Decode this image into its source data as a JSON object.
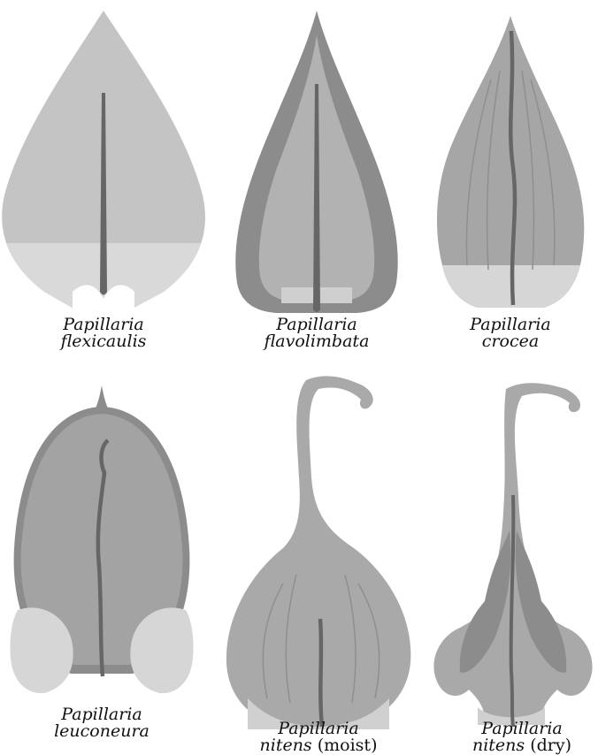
{
  "figure": {
    "colors": {
      "background": "#ffffff",
      "leaf_light": "#c4c4c4",
      "leaf_mid": "#a6a6a6",
      "leaf_dark": "#8c8c8c",
      "costa": "#666666",
      "base_pale": "#d8d8d8"
    },
    "panels": [
      {
        "genus": "Papillaria",
        "epithet": "flexicaulis",
        "state": ""
      },
      {
        "genus": "Papillaria",
        "epithet": "flavolimbata",
        "state": ""
      },
      {
        "genus": "Papillaria",
        "epithet": "crocea",
        "state": ""
      },
      {
        "genus": "Papillaria",
        "epithet": "leuconeura",
        "state": ""
      },
      {
        "genus": "Papillaria",
        "epithet": "nitens",
        "state": "(moist)"
      },
      {
        "genus": "Papillaria",
        "epithet": "nitens",
        "state": "(dry)"
      }
    ]
  }
}
